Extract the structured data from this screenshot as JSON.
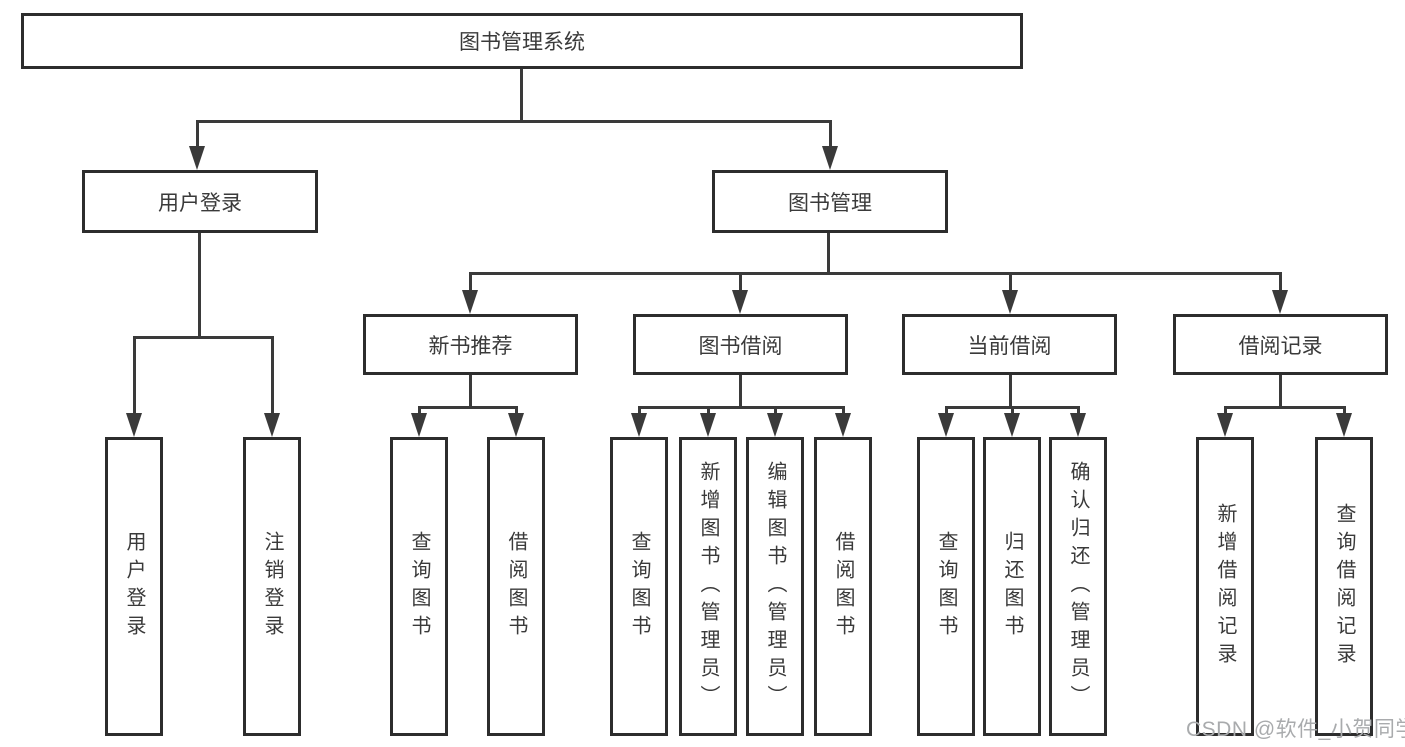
{
  "root": {
    "label": "图书管理系统"
  },
  "branches": [
    {
      "label": "用户登录",
      "children": [
        {
          "label": "用户登录"
        },
        {
          "label": "注销登录"
        }
      ]
    },
    {
      "label": "图书管理",
      "children": [
        {
          "label": "新书推荐",
          "children": [
            {
              "label": "查询图书"
            },
            {
              "label": "借阅图书"
            }
          ]
        },
        {
          "label": "图书借阅",
          "children": [
            {
              "label": "查询图书"
            },
            {
              "label": "新增图书（管理员）"
            },
            {
              "label": "编辑图书（管理员）"
            },
            {
              "label": "借阅图书"
            }
          ]
        },
        {
          "label": "当前借阅",
          "children": [
            {
              "label": "查询图书"
            },
            {
              "label": "归还图书"
            },
            {
              "label": "确认归还（管理员）"
            }
          ]
        },
        {
          "label": "借阅记录",
          "children": [
            {
              "label": "新增借阅记录"
            },
            {
              "label": "查询借阅记录"
            }
          ]
        }
      ]
    }
  ],
  "watermark": "CSDN @软件_小贺同学",
  "colors": {
    "line": "#3a3a3a",
    "box_border": "#2d2d2d",
    "text": "#3a3a3a",
    "watermark": "#a9abad",
    "background": "#ffffff"
  }
}
